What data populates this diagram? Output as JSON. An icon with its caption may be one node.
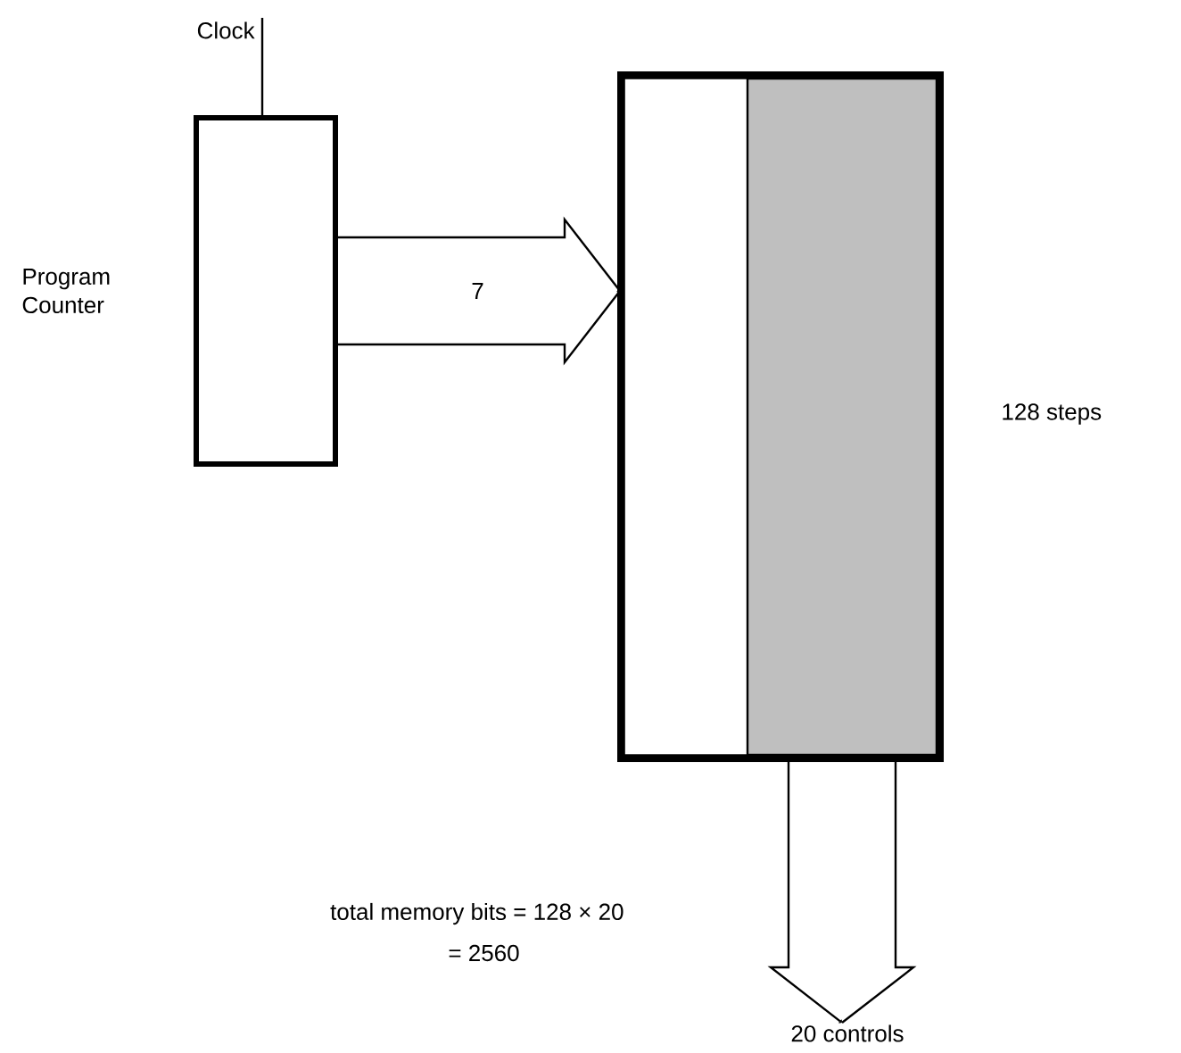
{
  "diagram": {
    "nodes": [
      {
        "text": [
          "Program Counter"
        ]
      },
      {
        "text": [],
        "shape": "box",
        "beside": [
          "128 steps"
        ]
      },
      {
        "text": [],
        "shape": "box",
        "in": 1
      },
      {
        "text": [],
        "shape": "box",
        "in": 1
      },
      {
        "text": [
          "Clock"
        ]
      },
      {
        "text": [
          "20 controls"
        ]
      }
    ],
    "edges": [
      {
        "from": 0,
        "to": 1,
        "arrow": "to",
        "label": "7"
      },
      {
        "from": 3,
        "to": 5,
        "arrow": "to"
      },
      {
        "from": 4,
        "to": 0,
        "arrow": "none"
      }
    ],
    "labels": [
      "total memory bits = 128 × 20",
      "= 2560"
    ]
  }
}
